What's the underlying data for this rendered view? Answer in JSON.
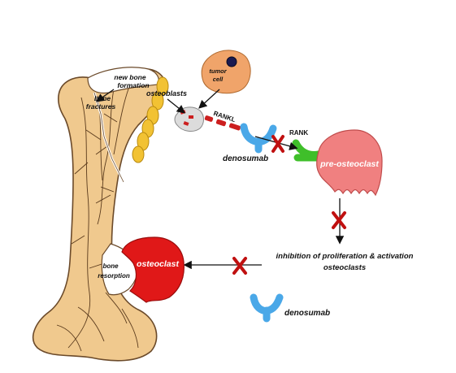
{
  "labels": {
    "new_bone_formation_1": "new bone",
    "new_bone_formation_2": "formation",
    "bone_fractures_1": "bone",
    "bone_fractures_2": "fractures",
    "osteoblasts": "osteoblasts",
    "tumor_cell_1": "tumor",
    "tumor_cell_2": "cell",
    "rankl": "RANKL",
    "rank": "RANK",
    "denosumab_top": "denosumab",
    "pre_osteoclast": "pre-osteoclast",
    "inhibition_1": "inhibition of proliferation & activation",
    "inhibition_2": "osteoclasts",
    "osteoclast": "osteoclast",
    "bone_resorption_1": "bone",
    "bone_resorption_2": "resorption",
    "denosumab_bottom": "denosumab"
  },
  "colors": {
    "bone_fill": "#f0c98e",
    "bone_stroke": "#6b4a2a",
    "osteoblast": "#f2c233",
    "tumor_cell": "#f0a46a",
    "rankl_red": "#cc1f1f",
    "denosumab_blue": "#4aa8e8",
    "rank_green": "#3fbf2a",
    "pre_osteoclast": "#f08080",
    "osteoclast": "#e01818",
    "block_x": "#c01010"
  }
}
